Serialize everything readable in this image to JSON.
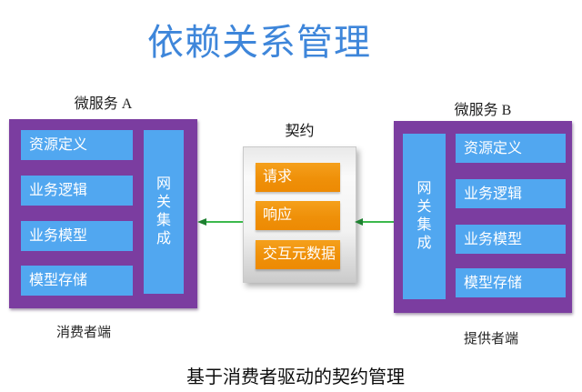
{
  "title": "依赖关系管理",
  "caption": "基于消费者驱动的契约管理",
  "microservice_a": {
    "label": "微服务 A",
    "role_label": "消费者端",
    "gateway_label": "网关集成",
    "rows": [
      "资源定义",
      "业务逻辑",
      "业务模型",
      "模型存储"
    ]
  },
  "microservice_b": {
    "label": "微服务 B",
    "role_label": "提供者端",
    "gateway_label": "网关集成",
    "rows": [
      "资源定义",
      "业务逻辑",
      "业务模型",
      "模型存储"
    ]
  },
  "contract": {
    "label": "契约",
    "items": [
      "请求",
      "响应",
      "交互元数据"
    ]
  },
  "arrows": {
    "direction": "right-to-left",
    "from": "提供者端",
    "to": "消费者端"
  },
  "colors": {
    "title_blue": "#3E86DA",
    "panel_purple": "#7B3DA0",
    "block_blue": "#51A7F0",
    "block_orange": "#F0930E",
    "arrow_green": "#3CB94C",
    "arrowhead_green": "#1E8030",
    "contract_gray": "#E5E5E5",
    "text_dark": "#1F1F1F",
    "text_white": "#FFFFFF"
  }
}
